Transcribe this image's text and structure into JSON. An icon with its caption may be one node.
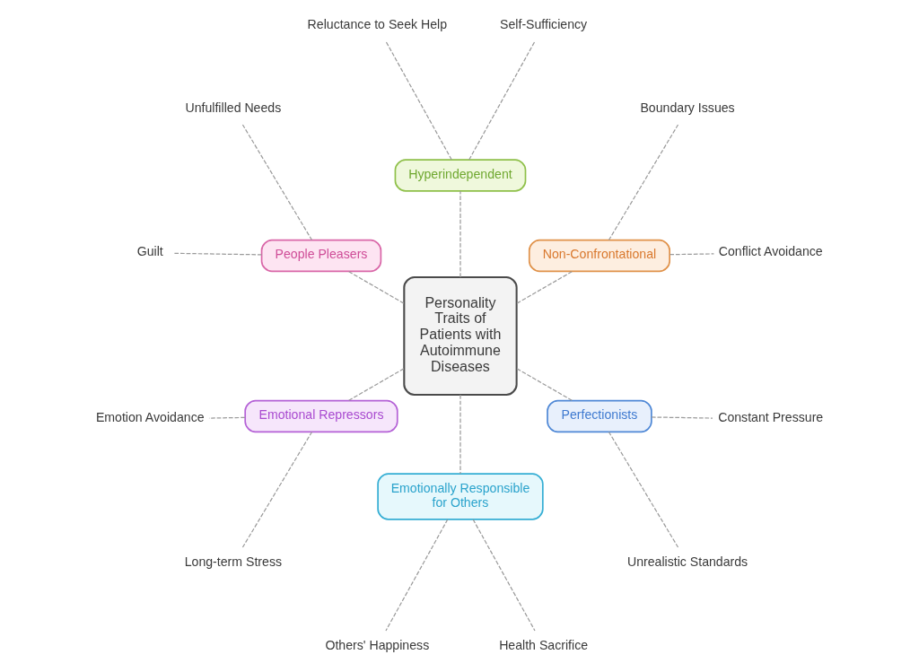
{
  "diagram": {
    "nodes": [
      {
        "text": [
          "Personality Traits of Patients with Autoimmune Diseases"
        ]
      },
      {
        "text": [
          "Non-Confrontational"
        ]
      },
      {
        "text": [
          "Conflict Avoidance"
        ]
      },
      {
        "text": [
          "Boundary Issues"
        ]
      },
      {
        "text": [
          "Hyperindependent"
        ]
      },
      {
        "text": [
          "Self-Sufficiency"
        ]
      },
      {
        "text": [
          "Reluctance to Seek Help"
        ]
      },
      {
        "text": [
          "People Pleasers"
        ]
      },
      {
        "text": [
          "Unfulfilled Needs"
        ]
      },
      {
        "text": [
          "Guilt"
        ]
      },
      {
        "text": [
          "Emotional Repressors"
        ]
      },
      {
        "text": [
          "Emotion Avoidance"
        ]
      },
      {
        "text": [
          "Long-term Stress"
        ]
      },
      {
        "text": [
          "Emotionally Responsible for Others"
        ]
      },
      {
        "text": [
          "Others' Happiness"
        ]
      },
      {
        "text": [
          "Health Sacrifice"
        ]
      },
      {
        "text": [
          "Perfectionists"
        ]
      },
      {
        "text": [
          "Unrealistic Standards"
        ]
      },
      {
        "text": [
          "Constant Pressure"
        ]
      }
    ],
    "edges": [
      {
        "from": 0,
        "to": 1,
        "arrow": "none",
        "style": "dashed"
      },
      {
        "from": 1,
        "to": 2,
        "arrow": "none",
        "style": "dashed"
      },
      {
        "from": 1,
        "to": 3,
        "arrow": "none",
        "style": "dashed"
      },
      {
        "from": 0,
        "to": 4,
        "arrow": "none",
        "style": "dashed"
      },
      {
        "from": 4,
        "to": 5,
        "arrow": "none",
        "style": "dashed"
      },
      {
        "from": 4,
        "to": 6,
        "arrow": "none",
        "style": "dashed"
      },
      {
        "from": 0,
        "to": 7,
        "arrow": "none",
        "style": "dashed"
      },
      {
        "from": 7,
        "to": 8,
        "arrow": "none",
        "style": "dashed"
      },
      {
        "from": 7,
        "to": 9,
        "arrow": "none",
        "style": "dashed"
      },
      {
        "from": 0,
        "to": 10,
        "arrow": "none",
        "style": "dashed"
      },
      {
        "from": 10,
        "to": 11,
        "arrow": "none",
        "style": "dashed"
      },
      {
        "from": 10,
        "to": 12,
        "arrow": "none",
        "style": "dashed"
      },
      {
        "from": 0,
        "to": 13,
        "arrow": "none",
        "style": "dashed"
      },
      {
        "from": 13,
        "to": 14,
        "arrow": "none",
        "style": "dashed"
      },
      {
        "from": 13,
        "to": 15,
        "arrow": "none",
        "style": "dashed"
      },
      {
        "from": 0,
        "to": 16,
        "arrow": "none",
        "style": "dashed"
      },
      {
        "from": 16,
        "to": 17,
        "arrow": "none",
        "style": "dashed"
      },
      {
        "from": 16,
        "to": 18,
        "arrow": "none",
        "style": "dashed"
      }
    ]
  }
}
